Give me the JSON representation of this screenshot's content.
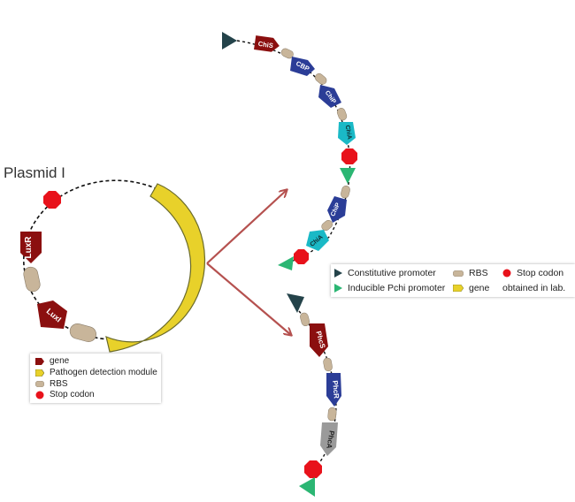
{
  "plasmid": {
    "title": "Plasmid I",
    "genes": [
      "LuxR",
      "LuxI"
    ]
  },
  "legend_left": {
    "items": [
      "gene",
      "Pathogen detection module",
      "RBS",
      "Stop codon"
    ]
  },
  "chi_operon": {
    "genes": [
      "ChiS",
      "CBP",
      "ChiP",
      "ChiA",
      "ChiP",
      "ChiA"
    ]
  },
  "phc_operon": {
    "genes": [
      "PhcS",
      "PhcR",
      "PhcA"
    ]
  },
  "legend_right": {
    "constitutive": "Constitutive promoter",
    "rbs": "RBS",
    "stop": "Stop codon",
    "inducible": "Inducible Pchi promoter",
    "gene": "gene",
    "note": "obtained in lab."
  },
  "colors": {
    "gene_red": "#8b0f0f",
    "module_yellow": "#e8d12a",
    "rbs_tan": "#c8b59a",
    "stop_red": "#e8121b",
    "chi_blue": "#2b3d97",
    "chi_cyan": "#1ab9c6",
    "phc_gray": "#9a9a9a",
    "promoter_dark": "#24434a",
    "promoter_green": "#2bb673",
    "arrow": "#b5514f"
  }
}
